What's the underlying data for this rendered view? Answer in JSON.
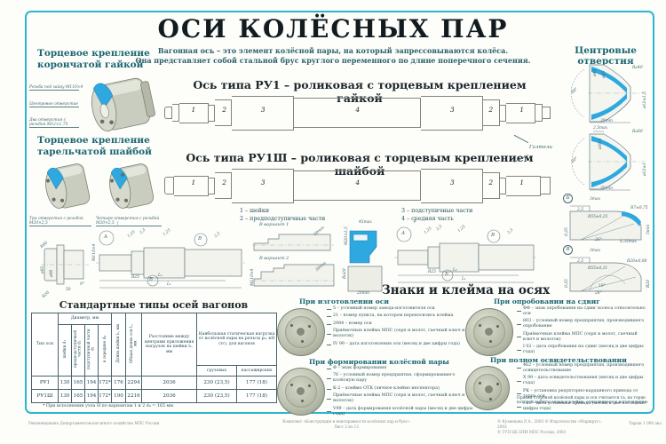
{
  "title": "ОСИ КОЛЁСНЫХ ПАР",
  "subtitle_lines": [
    "Вагонная ось – это элемент колёсной пары, на который запрессовываются колёса.",
    "Она представляет собой стальной брус круглого переменного по длине поперечного сечения."
  ],
  "left": {
    "nut_heading": "Торцевое крепление корончатой гайкой",
    "nut_labels": [
      "Резьба под гайку М110×4",
      "Центровое отверстие",
      "Два отверстия с резьбой М12×1,75"
    ],
    "washer_heading": "Торцевое крепление тарельчатой шайбой",
    "washer_labels": [
      "Три отверстия с резьбой М20×2,5",
      "Четыре отверстия с резьбой М20×2,5"
    ]
  },
  "axles": {
    "ru1_heading": "Ось типа РУ1 – роликовая с торцевым креплением гайкой",
    "ru1sh_heading": "Ось типа РУ1Ш – роликовая с торцевым креплением шайбой",
    "zone_numbers": [
      "1",
      "2",
      "3",
      "4",
      "3",
      "2",
      "1"
    ],
    "fillet_label": "Галтели",
    "legend": [
      "1 – шейки",
      "2 – предподступичные части",
      "3 – подступичные части",
      "4 – средняя часть"
    ]
  },
  "drawings": {
    "nut_profile": {
      "labels": [
        "R40",
        "ø95",
        "ø98",
        "50",
        "9°",
        "R20"
      ]
    },
    "variants": {
      "v1": "В вариант 1",
      "v2": "В вариант 2",
      "labels_v1": [
        "30min"
      ],
      "labels_v2": [
        "М110×4",
        "30min"
      ]
    },
    "section_a": {
      "labels": [
        "М20×2,5",
        "45max",
        "Ra20",
        "20min"
      ]
    },
    "half_axle": {
      "circle_a": "А",
      "circle_b": "Б",
      "circle_v": "В",
      "thread": "М110×4",
      "labels": [
        "l",
        "1,25",
        "2,5",
        "1,25",
        "R25",
        "2,5"
      ],
      "len2": "L₂",
      "len1": "L₁"
    }
  },
  "center_holes": {
    "heading": "Центровые отверстия",
    "cone1": {
      "labels": [
        "60°",
        "ø42",
        "ø25",
        "Ra40",
        "39min",
        "ø12±1,5"
      ]
    },
    "cone2": {
      "labels": [
        "2,5max",
        "Ra80",
        "60°",
        "ø30,4",
        "30min",
        "ø12±1"
      ]
    },
    "detail_b": {
      "letter": "Б",
      "labels": [
        "3max",
        "2,5",
        "R55±0,25",
        "R7±0,75",
        "5min",
        "26°",
        "8,35max",
        "0,25"
      ]
    },
    "detail_v": {
      "letter": "В",
      "labels": [
        "3max",
        "2,5",
        "R55±0,31",
        "R20±0,08",
        "R20",
        "19°",
        "26°",
        "0,25"
      ]
    }
  },
  "table": {
    "title": "Стандартные типы осей вагонов",
    "col_type": "Тип оси",
    "diameter_group": "Диаметр, мм",
    "diameter_cols": [
      "шейки d₁",
      "предподступичной части d₂",
      "подступичной части d₃",
      "в середине d₄"
    ],
    "col_neck_len": "Длина шейки l₁, мм",
    "col_total_len": "Общая длина оси L, мм",
    "col_distance": "Расстояние между центрами приложения нагрузок на шейки l₂, мм",
    "load_group": "Наибольшая статическая нагрузка от колёсной пары на рельсы р₀, кН (тс), для вагонов",
    "load_cols": [
      "грузовых",
      "пассажирских"
    ],
    "rows": [
      {
        "type": "РУ1",
        "d1": "130",
        "d2": "165",
        "d3": "194",
        "d4": "172*",
        "l1": "176",
        "L": "2294",
        "l2": "2036",
        "cargo": "230 (23,5)",
        "pass": "177 (18)"
      },
      {
        "type": "РУ1Ш",
        "d1": "130",
        "d2": "165",
        "d3": "194",
        "d4": "172*",
        "l1": "190",
        "L": "2216",
        "l2": "2036",
        "cargo": "230 (23,5)",
        "pass": "177 (18)"
      }
    ],
    "footnote": "* При исполнении узла Н по вариантам 1 и 2 d₄ = 165 мм"
  },
  "stamps": {
    "heading": "Знаки и клейма на осях",
    "sections": [
      {
        "title": "При изготовлении оси",
        "items": [
          "5 – условный номер завода-изготовителя оси",
          "21 – номер пункта, на котором переносились клейма",
          "2984 – номер оси",
          "Приёмочные клейма МПС (серп и молот, гаечный ключ и молоток)",
          "IV 99 – дата изготовления оси (месяц и две цифры года)"
        ]
      },
      {
        "title": "При формировании колёсной пары",
        "items": [
          "Ф – знак формирования",
          "76 – условный номер предприятия, сформировавшего колёсную пару",
          "К-2 – клеймо ОТК (личное клеймо инспектора)",
          "Приёмочные клейма МПС (серп и молот, гаечный ключ и молоток)",
          "V99 – дата формирования колёсной пары (месяц и две цифры года)"
        ]
      },
      {
        "title": "При опробовании на сдвиг",
        "items": [
          "ФФ – знак опробования на сдвиг колеса относительно оси",
          "803 – условный номер предприятия, производившего опробование",
          "Приёмочные клейма МПС (серп и молот, гаечный ключ и молоток)",
          "I 02 – дата опробования на сдвиг (месяц и две цифры года)"
        ]
      },
      {
        "title": "При полном освидетельствовании",
        "items": [
          "462 – условный номер предприятия, производившего освидетельствование",
          "X 99 – дата освидетельствования (месяц и две цифры года)",
          "РК – установка редукторно-карданного привода от торца оси",
          "I 01 – дата установки привода (месяц и две последние цифры года)"
        ]
      }
    ],
    "note": "Правой стороной колёсной пары и оси считается та, на торце которой выбиты знаки и клейма, относящиеся к изготовлению"
  },
  "footer": {
    "left": "Рекомендовано Департаментом вагонного хозяйства МПС России",
    "center_line1": "Комплект «Конструкция и неисправности колёсных пар и букс»",
    "center_line2": "Лист 2 из 12",
    "right_line1": "© Кузнецова Р.А., 2003    © Издательство «Маршрут», 2003",
    "right_line2": "© ГУП ЦБ НТИ МПС России, 2003",
    "tirazh": "Тираж 1 000 экз."
  }
}
